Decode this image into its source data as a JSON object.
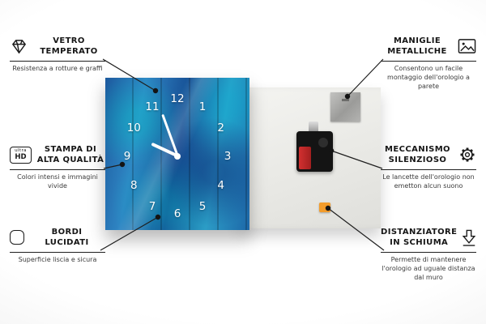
{
  "callouts": {
    "vetro_temperato": {
      "title": "VETRO\nTEMPERATO",
      "subtitle": "Resistenza a rotture e graffi"
    },
    "stampa_alta_qualita": {
      "title": "STAMPA DI\nALTA QUALITÀ",
      "subtitle": "Colori intensi e immagini vivide",
      "icon_text_top": "ultra",
      "icon_text_bottom": "HD"
    },
    "bordi_lucidati": {
      "title": "BORDI\nLUCIDATI",
      "subtitle": "Superficie liscia e sicura"
    },
    "maniglie_metalliche": {
      "title": "MANIGLIE\nMETALLICHE",
      "subtitle": "Consentono un facile montaggio dell'orologio a parete"
    },
    "meccanismo_silenzioso": {
      "title": "MECCANISMO\nSILENZIOSO",
      "subtitle": "Le lancette dell'orologio non emetton alcun suono"
    },
    "distanziatore_in_schiuma": {
      "title": "DISTANZIATORE\nIN SCHIUMA",
      "subtitle": "Permette di mantenere l'orologio ad uguale distanza dal muro"
    }
  },
  "clock": {
    "numbers": [
      "1",
      "2",
      "3",
      "4",
      "5",
      "6",
      "7",
      "8",
      "9",
      "10",
      "11",
      "12"
    ]
  },
  "colors": {
    "face_blue": "#1c5a9e",
    "face_cyan": "#2c9cc6",
    "foam_orange": "#f39c2b",
    "battery_red": "#c62828",
    "line_black": "#1f1f1f"
  }
}
